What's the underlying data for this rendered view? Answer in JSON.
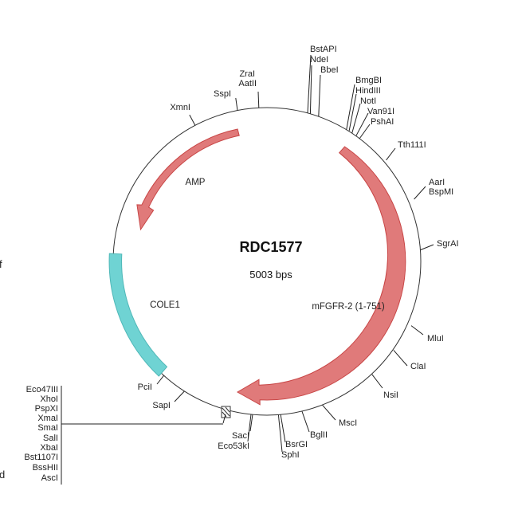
{
  "plasmid": {
    "name": "RDC1577",
    "size_label": "5003 bps"
  },
  "colors": {
    "backbone": "#333333",
    "cds_arrow_fill": "#e07a7a",
    "cds_arrow_stroke": "#c84646",
    "origin_fill": "#6fd3d3",
    "origin_stroke": "#4fb8b8",
    "tick": "#222222",
    "text": "#222222"
  },
  "features": {
    "amp": {
      "label": "AMP"
    },
    "mfgfr2": {
      "label": "mFGFR-2 (1-751)"
    },
    "cole1": {
      "label": "COLE1"
    }
  },
  "sites": {
    "xmni": "XmnI",
    "sspi": "SspI",
    "zrai": "ZraI",
    "aatii": "AatII",
    "bstapi": "BstAPI",
    "ndei": "NdeI",
    "bbei": "BbeI",
    "bmgbi": "BmgBI",
    "hindiii": "HindIII",
    "noti": "NotI",
    "van91i": "Van91I",
    "pshai": "PshAI",
    "tth111i": "Tth111I",
    "aari": "AarI",
    "bspmi": "BspMI",
    "sgrai": "SgrAI",
    "mlui": "MluI",
    "clai": "ClaI",
    "nsii": "NsiI",
    "msci": "MscI",
    "bglii": "BglII",
    "bsrgi": "BsrGI",
    "sphi": "SphI",
    "saci": "SacI",
    "eco53ki": "Eco53kI",
    "sapi": "SapI",
    "pcii": "PciI"
  },
  "mcs_sites": [
    "Eco47III",
    "XhoI",
    "PspXI",
    "XmaI",
    "SmaI",
    "SalI",
    "XbaI",
    "Bst1107I",
    "BssHII",
    "AscI"
  ],
  "edge_text": {
    "left_f": "f",
    "left_d": "d"
  }
}
